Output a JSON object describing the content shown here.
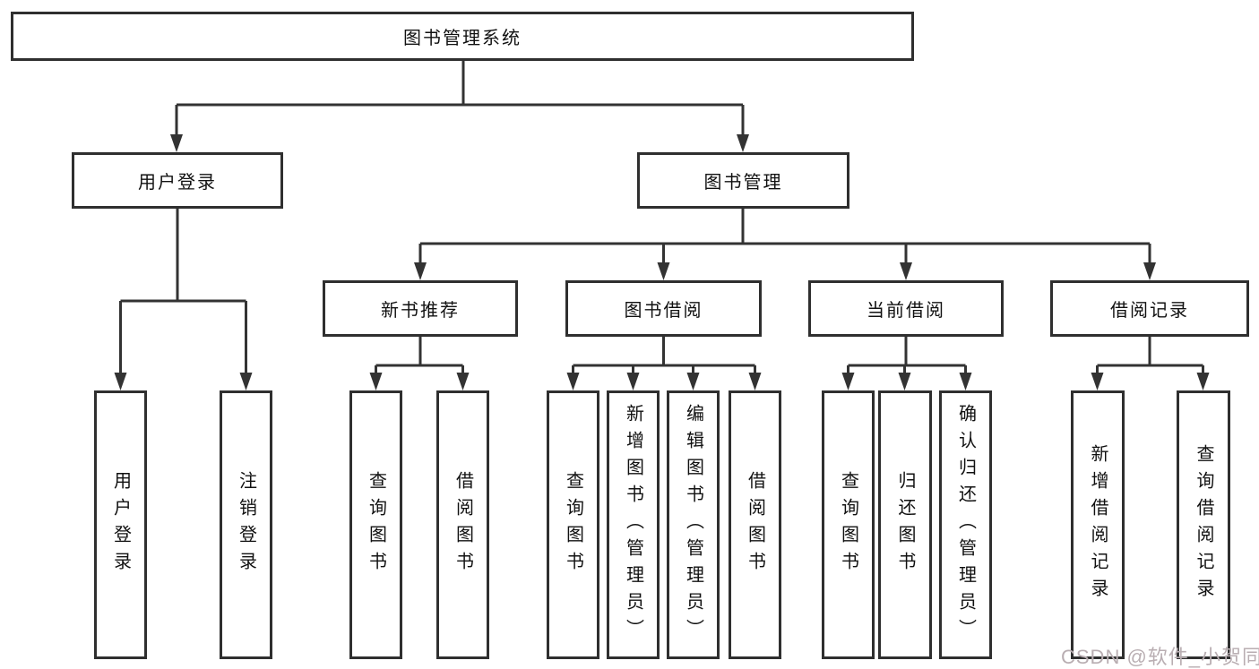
{
  "tree": {
    "label": "图书管理系统",
    "children": [
      {
        "label": "用户登录",
        "children": [
          {
            "label": "用户登录"
          },
          {
            "label": "注销登录"
          }
        ]
      },
      {
        "label": "图书管理",
        "children": [
          {
            "label": "新书推荐",
            "children": [
              {
                "label": "查询图书"
              },
              {
                "label": "借阅图书"
              }
            ]
          },
          {
            "label": "图书借阅",
            "children": [
              {
                "label": "查询图书"
              },
              {
                "label": "新增图书（管理员）"
              },
              {
                "label": "编辑图书（管理员）"
              },
              {
                "label": "借阅图书"
              }
            ]
          },
          {
            "label": "当前借阅",
            "children": [
              {
                "label": "查询图书"
              },
              {
                "label": "归还图书"
              },
              {
                "label": "确认归还（管理员）"
              }
            ]
          },
          {
            "label": "借阅记录",
            "children": [
              {
                "label": "新增借阅记录"
              },
              {
                "label": "查询借阅记录"
              }
            ]
          }
        ]
      }
    ]
  },
  "watermark": {
    "text": "CSDN @软件_小贺同学"
  },
  "colors": {
    "line": "#333333",
    "box_border": "#2f2f2f",
    "text": "#111111",
    "background": "#ffffff",
    "watermark": "#b9aeb2"
  }
}
